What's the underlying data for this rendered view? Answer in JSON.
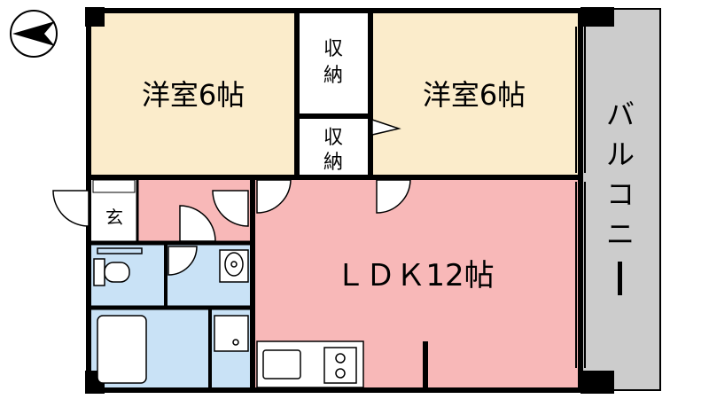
{
  "rooms": {
    "western1": "洋室6帖",
    "western2": "洋室6帖",
    "storage1_top": "収",
    "storage1_bottom": "納",
    "storage2_top": "収",
    "storage2_bottom": "納",
    "entrance": "玄",
    "ldk": "ＬＤＫ12帖",
    "balcony": [
      "バ",
      "ル",
      "コ",
      "ニ",
      "ー"
    ]
  },
  "colors": {
    "western_room": "#fbeccb",
    "ldk": "#f8b8b8",
    "wet_area": "#c9e2f6",
    "balcony": "#cccccc",
    "storage": "#ffffff",
    "wall": "#000000"
  },
  "icons": {
    "compass": "north-arrow-icon"
  }
}
